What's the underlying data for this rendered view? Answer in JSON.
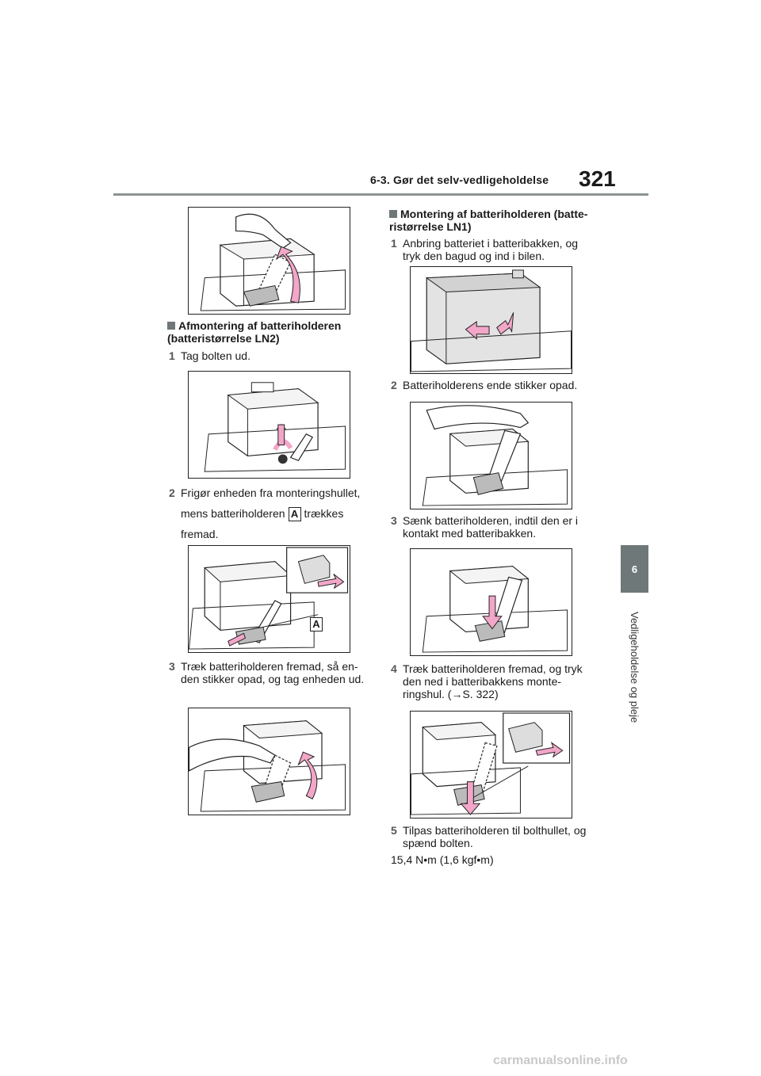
{
  "header": {
    "section_title": "6-3. Gør det selv-vedligeholdelse",
    "page_number": "321"
  },
  "chapter": {
    "number": "6",
    "label": "Vedligeholdelse og pleje"
  },
  "left_column": {
    "section_heading": "Afmontering af batteriholderen (batteristørrelse LN2)",
    "steps": [
      {
        "number": "1",
        "text": "Tag bolten ud."
      },
      {
        "number": "2",
        "text_before": "Frigør enheden fra monteringshullet,",
        "text_middle": "mens batteriholderen",
        "label": "A",
        "text_after": "trækkes",
        "text_end": "fremad."
      },
      {
        "number": "3",
        "text": "Træk batteriholderen fremad, så en-den stikker opad, og tag enheden ud."
      }
    ],
    "figure_label": "A"
  },
  "right_column": {
    "section_heading": "Montering af batteriholderen (batte-ristørrelse LN1)",
    "steps": [
      {
        "number": "1",
        "text": "Anbring batteriet i batteribakken, og tryk den bagud og ind i bilen."
      },
      {
        "number": "2",
        "text": "Batteriholderens ende stikker opad."
      },
      {
        "number": "3",
        "text": "Sænk batteriholderen, indtil den er i kontakt med batteribakken."
      },
      {
        "number": "4",
        "text": "Træk batteriholderen fremad, og tryk den ned i batteribakkens monte-ringshul. (→S. 322)"
      },
      {
        "number": "5",
        "text": "Tilpas batteriholderen til bolthullet, og spænd bolten."
      }
    ],
    "torque": "15,4 N•m (1,6 kgf•m)"
  },
  "watermark": "carmanualsonline.info",
  "colors": {
    "accent_gray": "#6f7878",
    "arrow_pink": "#f2a6c8",
    "battery_shade": "#e3e3e3"
  }
}
